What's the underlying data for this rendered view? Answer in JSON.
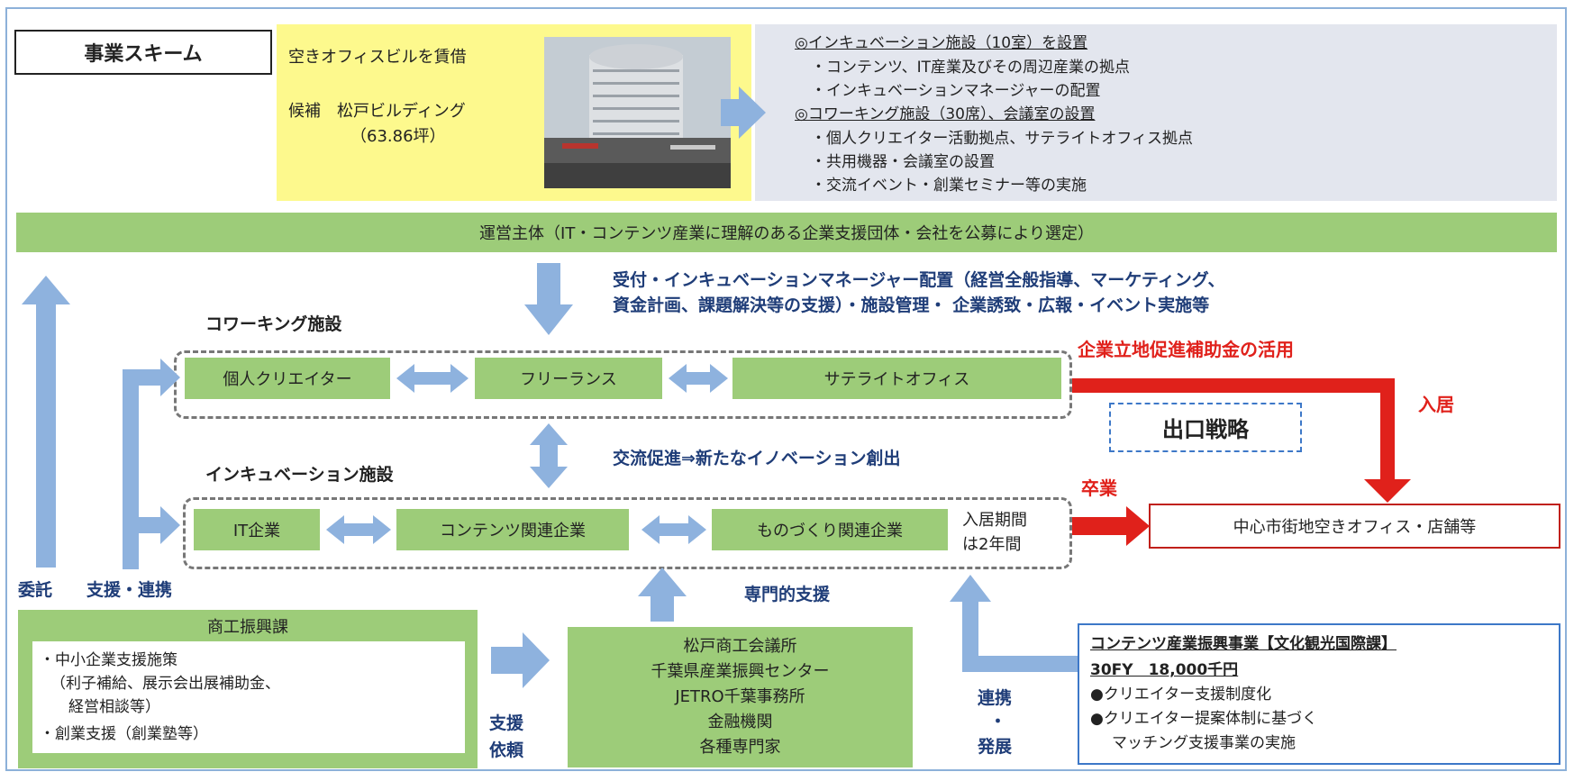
{
  "scheme_title": "事業スキーム",
  "building": {
    "line1": "空きオフィスビルを賃借",
    "line2": "候補　松戸ビルディング",
    "line3": "（63.86坪）"
  },
  "facilities": {
    "head1": "◎インキュベーション施設（10室）を設置",
    "item1": "・コンテンツ、IT産業及びその周辺産業の拠点",
    "item2": "・インキュベーションマネージャーの配置",
    "head2": "◎コワーキング施設（30席）、会議室の設置",
    "item3": "・個人クリエイター活動拠点、サテライトオフィス拠点",
    "item4": "・共用機器・会議室の設置",
    "item5": "・交流イベント・創業セミナー等の実施"
  },
  "operator": "運営主体（IT・コンテンツ産業に理解のある企業支援団体・会社を公募により選定）",
  "support_desc": {
    "line1": "受付・インキュベーションマネージャー配置（経営全般指導、マーケティング、",
    "line2": "資金計画、課題解決等の支援）・施設管理・ 企業誘致・広報・イベント実施等"
  },
  "coworking": {
    "title": "コワーキング施設",
    "items": [
      "個人クリエイター",
      "フリーランス",
      "サテライトオフィス"
    ]
  },
  "subsidy": "企業立地促進補助金の活用",
  "move_in": "入居",
  "exit_strategy": "出口戦略",
  "exchange": "交流促進⇒新たなイノベーション創出",
  "incubation": {
    "title": "インキュベーション施設",
    "items": [
      "IT企業",
      "コンテンツ関連企業",
      "ものづくり関連企業"
    ],
    "period_line1": "入居期間",
    "period_line2": "は2年間"
  },
  "graduate": "卒業",
  "destination": "中心市街地空きオフィス・店舗等",
  "left_labels": {
    "consign": "委託",
    "support": "支援・連携"
  },
  "expert_support": "専門的支援",
  "commerce": {
    "title": "商工振興課",
    "line1": "・中小企業支援施策",
    "line2": "（利子補給、展示会出展補助金、",
    "line3": "経営相談等）",
    "line4": "・創業支援（創業塾等）"
  },
  "request": {
    "line1": "支援",
    "line2": "依頼"
  },
  "partners": [
    "松戸商工会議所",
    "千葉県産業振興センター",
    "JETRO千葉事務所",
    "金融機関",
    "各種専門家"
  ],
  "cooperation": {
    "line1": "連携",
    "line2": "・",
    "line3": "発展"
  },
  "content_project": {
    "title": "コンテンツ産業振興事業【文化観光国際課】",
    "budget": "30FY　18,000千円",
    "item1": "●クリエイター支援制度化",
    "item2": "●クリエイター提案体制に基づく",
    "item3": "マッチング支援事業の実施"
  },
  "colors": {
    "green_box": "#9dcc79",
    "yellow_box": "#fdf98d",
    "gray_box": "#e3e6ee",
    "arrow_blue": "#8eb2de",
    "red": "#e0211b",
    "navy_text": "#1f3d78"
  }
}
